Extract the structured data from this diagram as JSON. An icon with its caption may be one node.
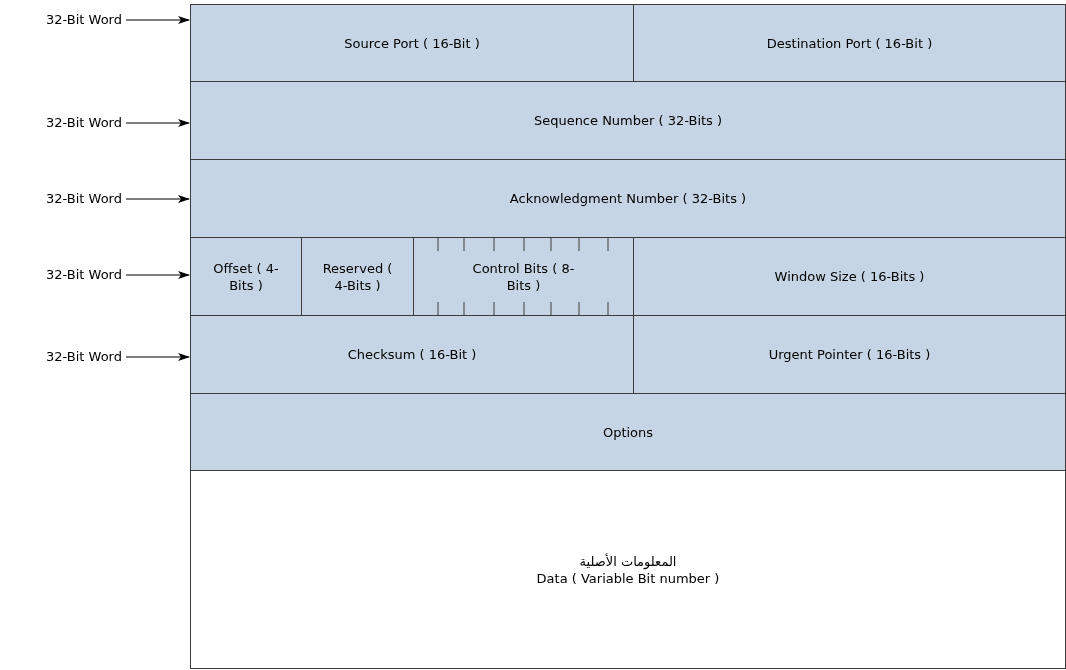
{
  "diagram": {
    "nodes": [
      {
        "text": [
          "32-Bit Word"
        ]
      },
      {
        "text": [
          "32-Bit Word"
        ]
      },
      {
        "text": [
          "32-Bit Word"
        ]
      },
      {
        "text": [
          "32-Bit Word"
        ]
      },
      {
        "text": [
          "32-Bit Word"
        ]
      },
      {
        "text": [
          "Source Port ( 16-Bit )"
        ]
      },
      {
        "text": [
          "Destination Port ( 16-Bit )"
        ]
      },
      {
        "text": [
          "Sequence Number ( 32-Bits )"
        ]
      },
      {
        "text": [
          "Acknowledgment Number ( 32-Bits )"
        ]
      },
      {
        "text": [
          "Offset ( 4-Bits )"
        ]
      },
      {
        "text": [
          "Reserved ( 4-Bits )"
        ]
      },
      {
        "text": [
          "Control Bits ( 8-Bits )"
        ]
      },
      {
        "text": [
          "Window Size ( 16-Bits )"
        ]
      },
      {
        "text": [
          "Checksum  ( 16-Bit )"
        ]
      },
      {
        "text": [
          "Urgent Pointer ( 16-Bits )"
        ]
      },
      {
        "text": [
          "Options"
        ]
      },
      {
        "text": [
          "المعلومات الأصلية",
          "Data ( Variable Bit number )"
        ]
      }
    ],
    "edges": [
      {
        "from": 0,
        "to": 5,
        "arrow": "to"
      },
      {
        "from": 1,
        "to": 7,
        "arrow": "to"
      },
      {
        "from": 2,
        "to": 8,
        "arrow": "to"
      },
      {
        "from": 3,
        "to": 9,
        "arrow": "to"
      },
      {
        "from": 4,
        "to": 13,
        "arrow": "to"
      }
    ]
  }
}
